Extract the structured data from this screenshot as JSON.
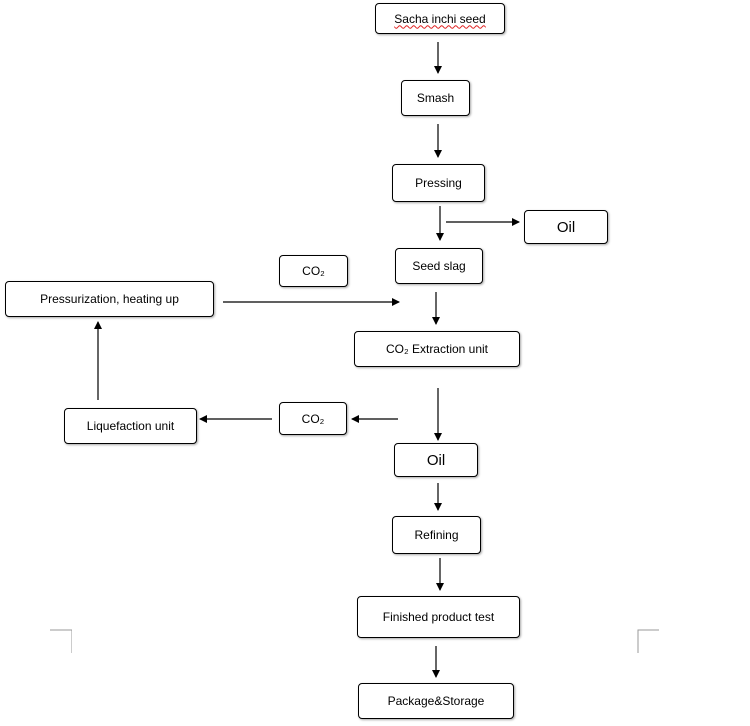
{
  "nodes": {
    "seed": "Sacha inchi seed",
    "smash": "Smash",
    "pressing": "Pressing",
    "oil_side": "Oil",
    "seed_slag": "Seed slag",
    "co2_in": "CO₂",
    "pressurization": "Pressurization, heating up",
    "extraction": "CO₂ Extraction unit",
    "co2_out": "CO₂",
    "liquefaction": "Liquefaction unit",
    "oil": "Oil",
    "refining": "Refining",
    "test": "Finished product test",
    "package": "Package&Storage"
  },
  "edges": [
    {
      "from": "seed",
      "to": "smash"
    },
    {
      "from": "smash",
      "to": "pressing"
    },
    {
      "from": "pressing",
      "to": "seed_slag"
    },
    {
      "from": "pressing",
      "to": "oil_side"
    },
    {
      "from": "seed_slag",
      "to": "extraction"
    },
    {
      "from": "pressurization",
      "to": "extraction"
    },
    {
      "from": "extraction",
      "to": "oil"
    },
    {
      "from": "extraction",
      "to": "co2_out"
    },
    {
      "from": "co2_out",
      "to": "liquefaction"
    },
    {
      "from": "liquefaction",
      "to": "pressurization"
    },
    {
      "from": "oil",
      "to": "refining"
    },
    {
      "from": "refining",
      "to": "test"
    },
    {
      "from": "test",
      "to": "package"
    }
  ]
}
